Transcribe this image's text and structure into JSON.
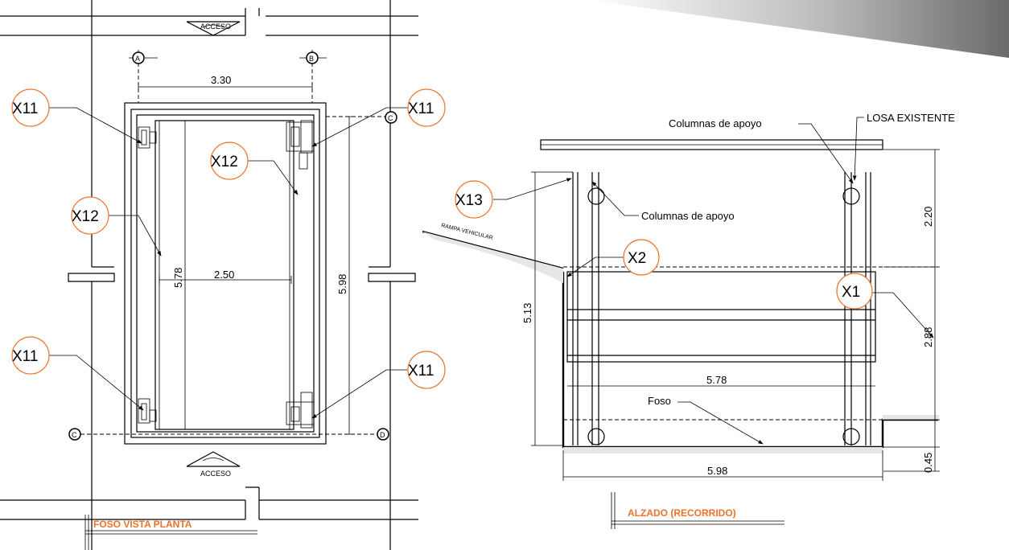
{
  "plan": {
    "title": "FOSO VISTA PLANTA",
    "access_label": "ACCESO",
    "grid": {
      "a": "A",
      "b": "B",
      "c": "C",
      "d": "D"
    },
    "dims": {
      "top_width": "3.30",
      "inner_width": "2.50",
      "inner_length": "5.78",
      "outer_length": "5.98"
    },
    "callouts": {
      "x11": "X11",
      "x12": "X12"
    }
  },
  "elevation": {
    "title": "ALZADO (RECORRIDO)",
    "existing_slab": "LOSA EXISTENTE",
    "support_columns": "Columnas de apoyo",
    "ramp": "RAMPA VEHICULAR",
    "pit": "Foso",
    "dims": {
      "d_220": "2.20",
      "d_288": "2.88",
      "d_045": "0.45",
      "d_513": "5.13",
      "d_578": "5.78",
      "d_598": "5.98"
    },
    "callouts": {
      "x1": "X1",
      "x2": "X2",
      "x13": "X13"
    }
  },
  "colors": {
    "accent": "#e8742c",
    "line": "#000000",
    "hatch": "#e6e6e6"
  }
}
